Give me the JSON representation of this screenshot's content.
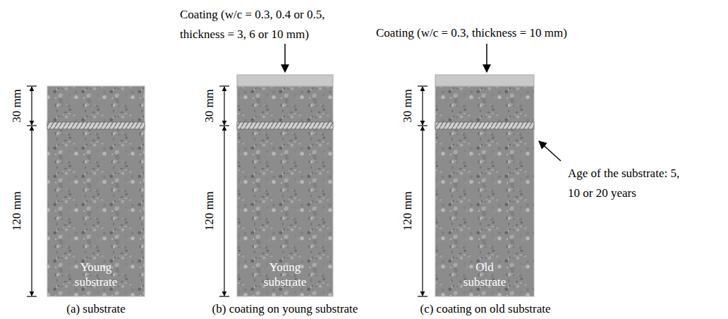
{
  "diagram": {
    "nodes": [
      {
        "text": [
          "Young substrate"
        ]
      },
      {
        "text": [
          "Young substrate"
        ]
      },
      {
        "text": [
          "Old substrate"
        ]
      }
    ],
    "labels": [
      "Coating (w/c = 0.3, 0.4 or 0.5, thickness = 3, 6 or 10 mm)",
      "Coating (w/c = 0.3, thickness = 10 mm)",
      "30 mm",
      "120 mm",
      "30 mm",
      "120 mm",
      "30 mm",
      "120 mm",
      "Age of the substrate: 5, 10 or 20 years",
      "(a) substrate",
      "(b) coating on young substrate",
      "(c) coating on old substrate"
    ]
  }
}
